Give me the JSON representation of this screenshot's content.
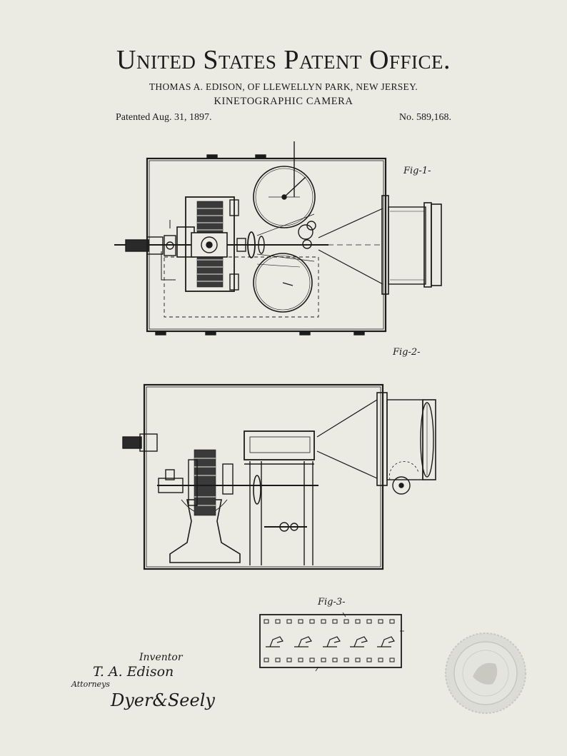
{
  "header": {
    "title": "United States Patent Office.",
    "inventor_line": "THOMAS A. EDISON, OF LLEWELLYN PARK, NEW JERSEY.",
    "invention": "KINETOGRAPHIC CAMERA",
    "patented": "Patented Aug. 31, 1897.",
    "number": "No. 589,168."
  },
  "figures": {
    "fig1_label": "Fig-1-",
    "fig2_label": "Fig-2-",
    "fig3_label": "Fig-3-"
  },
  "signatures": {
    "inventor_label": "Inventor",
    "inventor_name": "T. A. Edison",
    "attorneys_label": "Attorneys",
    "attorneys_name": "Dyer&Seely"
  },
  "colors": {
    "paper": "#ecebe3",
    "ink": "#1b1b1b",
    "seal": "#d9d9d4"
  },
  "icons": [
    "patent-office-seal-icon"
  ]
}
